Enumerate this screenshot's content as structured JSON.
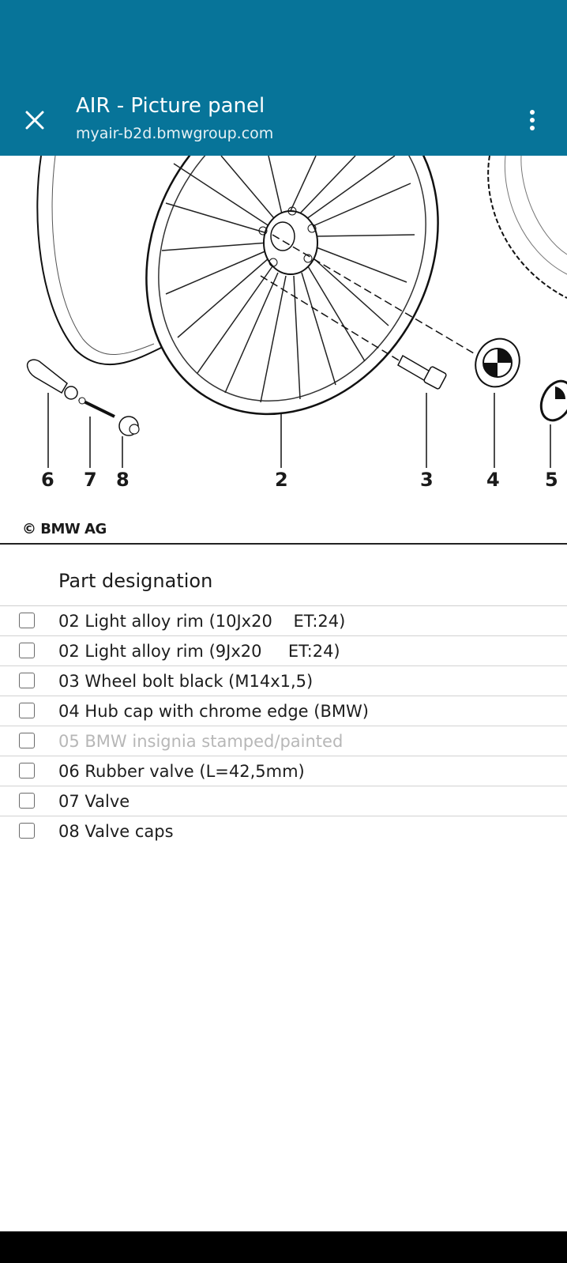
{
  "header": {
    "title": "AIR - Picture panel",
    "url": "myair-b2d.bmwgroup.com",
    "close_icon": "close-icon",
    "menu_icon": "more-vert-icon",
    "bg_color": "#077499"
  },
  "illustration": {
    "callouts": [
      "6",
      "7",
      "8",
      "2",
      "3",
      "4",
      "5"
    ],
    "copyright": "© BMW AG"
  },
  "parts": {
    "header": "Part designation",
    "rows": [
      {
        "label": "02 Light alloy rim (10Jx20    ET:24)",
        "checked": false,
        "enabled": true
      },
      {
        "label": "02 Light alloy rim (9Jx20     ET:24)",
        "checked": false,
        "enabled": true
      },
      {
        "label": "03 Wheel bolt black (M14x1,5)",
        "checked": false,
        "enabled": true
      },
      {
        "label": "04 Hub cap with chrome edge (BMW)",
        "checked": false,
        "enabled": true
      },
      {
        "label": "05 BMW insignia stamped/painted",
        "checked": false,
        "enabled": false
      },
      {
        "label": "06 Rubber valve (L=42,5mm)",
        "checked": false,
        "enabled": true
      },
      {
        "label": "07 Valve",
        "checked": false,
        "enabled": true
      },
      {
        "label": "08 Valve caps",
        "checked": false,
        "enabled": true
      }
    ]
  }
}
